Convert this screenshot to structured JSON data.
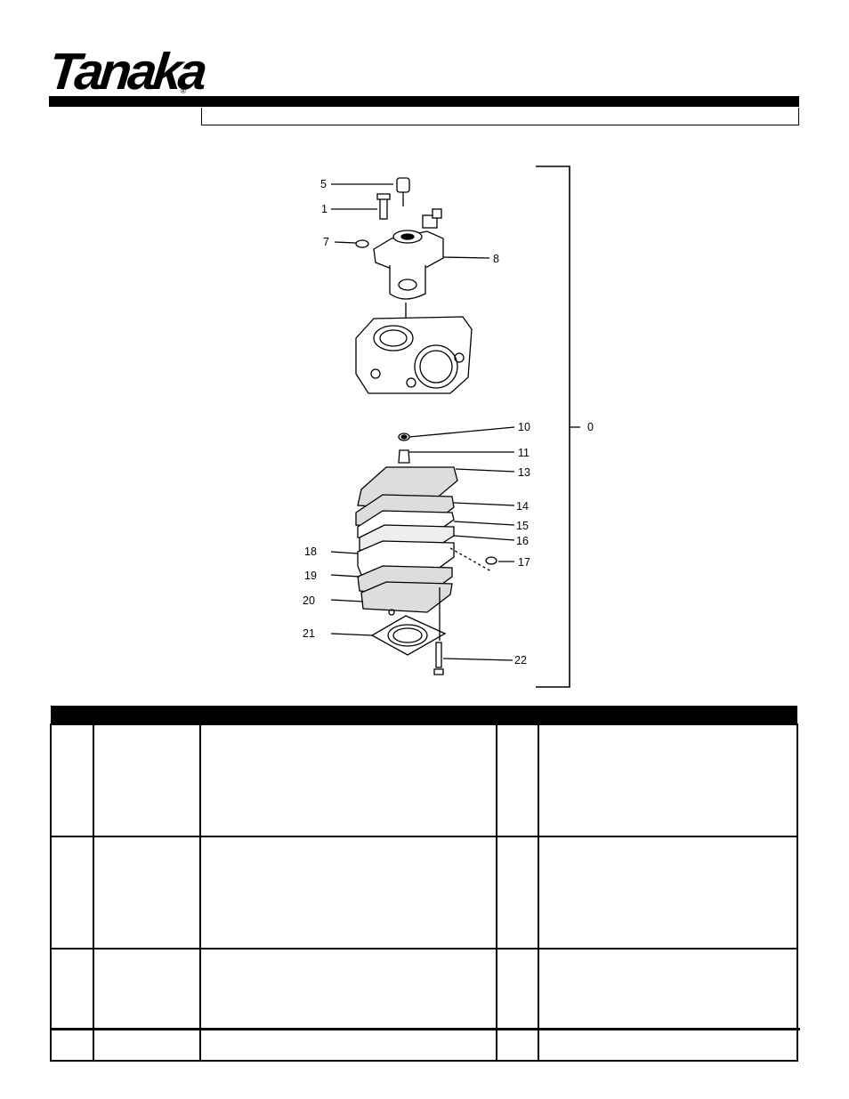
{
  "brand": {
    "logo_text": "Tanaka",
    "registered_mark": "®"
  },
  "diagram": {
    "callouts": [
      "5",
      "1",
      "7",
      "8",
      "10",
      "11",
      "13",
      "14",
      "15",
      "16",
      "17",
      "18",
      "19",
      "20",
      "21",
      "22",
      "0"
    ]
  },
  "table": {
    "rows": [
      [
        "",
        "",
        "",
        "",
        ""
      ],
      [
        "",
        "",
        "",
        "",
        ""
      ],
      [
        "",
        "",
        "",
        "",
        ""
      ]
    ]
  }
}
